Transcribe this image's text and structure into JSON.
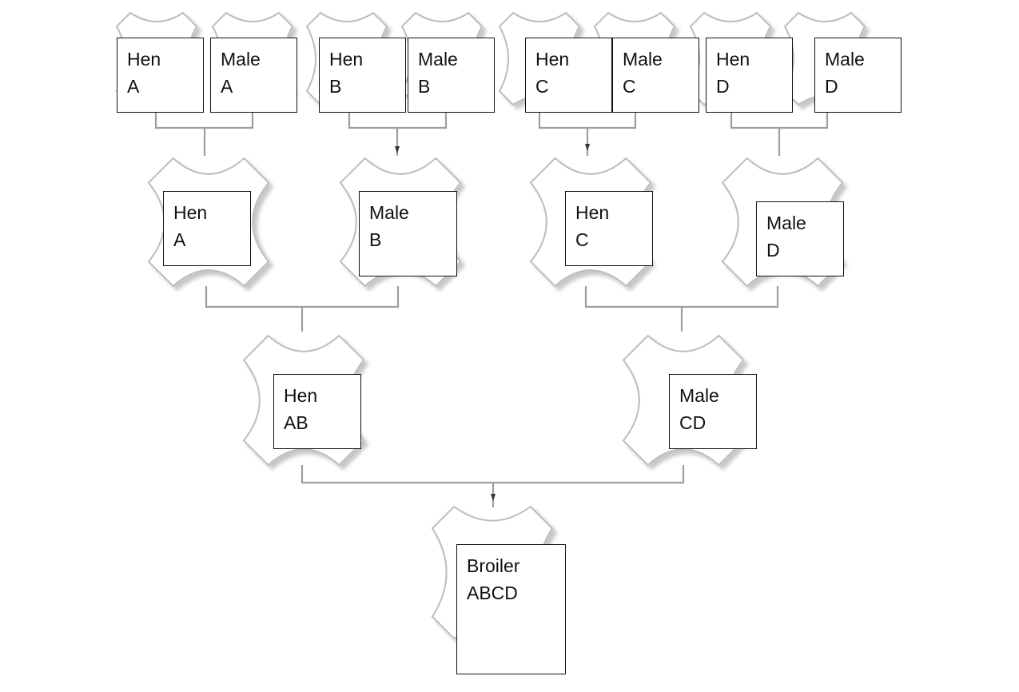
{
  "colors": {
    "background": "#ffffff",
    "badge_fill": "#ffffff",
    "badge_stroke": "#bdbdbd",
    "connector": "#9e9e9e",
    "box_border": "#111111",
    "text": "#111111"
  },
  "generation_1": [
    {
      "role": "Hen",
      "line": "A"
    },
    {
      "role": "Male",
      "line": "A"
    },
    {
      "role": "Hen",
      "line": "B"
    },
    {
      "role": "Male",
      "line": "B"
    },
    {
      "role": "Hen",
      "line": "C"
    },
    {
      "role": "Male",
      "line": "C"
    },
    {
      "role": "Hen",
      "line": "D"
    },
    {
      "role": "Male",
      "line": "D"
    }
  ],
  "generation_2": [
    {
      "role": "Hen",
      "line": "A"
    },
    {
      "role": "Male",
      "line": "B"
    },
    {
      "role": "Hen",
      "line": "C"
    },
    {
      "role": "Male",
      "line": "D"
    }
  ],
  "generation_3": [
    {
      "role": "Hen",
      "line": "AB"
    },
    {
      "role": "Male",
      "line": "CD"
    }
  ],
  "generation_4": [
    {
      "role": "Broiler",
      "line": "ABCD"
    }
  ]
}
